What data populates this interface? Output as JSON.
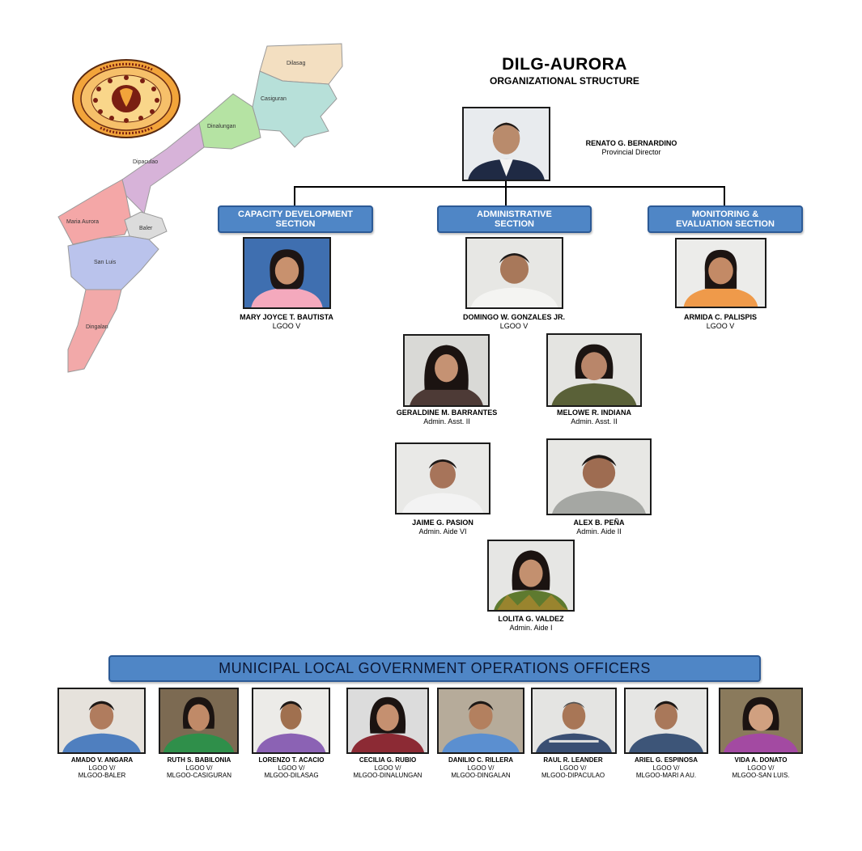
{
  "header": {
    "title": "DILG-AURORA",
    "subtitle": "ORGANIZATIONAL STRUCTURE"
  },
  "director": {
    "name": "RENATO G. BERNARDINO",
    "position": "Provincial Director"
  },
  "sections": [
    {
      "label_line1": "CAPACITY DEVELOPMENT",
      "label_line2": "SECTION"
    },
    {
      "label_line1": "ADMINISTRATIVE",
      "label_line2": "SECTION"
    },
    {
      "label_line1": "MONITORING &",
      "label_line2": "EVALUATION  SECTION"
    }
  ],
  "section_heads": [
    {
      "name": "MARY JOYCE T. BAUTISTA",
      "position": "LGOO V"
    },
    {
      "name": "DOMINGO W. GONZALES JR.",
      "position": "LGOO V"
    },
    {
      "name": "ARMIDA C. PALISPIS",
      "position": "LGOO V"
    }
  ],
  "admin_staff": [
    {
      "name": "GERALDINE M. BARRANTES",
      "position": "Admin. Asst. II"
    },
    {
      "name": "MELOWE R. INDIANA",
      "position": "Admin. Asst. II"
    },
    {
      "name": "JAIME G. PASION",
      "position": "Admin. Aide VI"
    },
    {
      "name": "ALEX B. PEÑA",
      "position": "Admin. Aide II"
    },
    {
      "name": "LOLITA G. VALDEZ",
      "position": "Admin. Aide I"
    }
  ],
  "mlgoo": {
    "banner": "MUNICIPAL LOCAL GOVERNMENT OPERATIONS OFFICERS",
    "officers": [
      {
        "name": "AMADO V. ANGARA",
        "position": "LGOO V/",
        "station": "MLGOO-BALER"
      },
      {
        "name": "RUTH S. BABILONIA",
        "position": "LGOO V/",
        "station": "MLGOO-CASIGURAN"
      },
      {
        "name": "LORENZO T. ACACIO",
        "position": "LGOO V/",
        "station": "MLGOO-DILASAG"
      },
      {
        "name": "CECILIA G. RUBIO",
        "position": "LGOO V/",
        "station": "MLGOO-DINALUNGAN"
      },
      {
        "name": "DANILIO C. RILLERA",
        "position": "LGOO V/",
        "station": "MLGOO-DINGALAN"
      },
      {
        "name": "RAUL R. LEANDER",
        "position": "LGOO V/",
        "station": "MLGOO-DIPACULAO"
      },
      {
        "name": "ARIEL G. ESPINOSA",
        "position": "LGOO V/",
        "station": "MLGOO-MARI A AU."
      },
      {
        "name": "VIDA A. DONATO",
        "position": "LGOO V/",
        "station": "MLGOO-SAN LUIS."
      }
    ]
  },
  "map": {
    "municipalities": [
      "Dilasag",
      "Casiguran",
      "Dinalungan",
      "Dipaculao",
      "Maria Aurora",
      "Baler",
      "San Luis",
      "Dingalan"
    ]
  },
  "colors": {
    "section_fill": "#4f86c6",
    "section_border": "#2c5a96",
    "seal_ring": "#e9922a",
    "seal_center": "#7a1f12"
  }
}
